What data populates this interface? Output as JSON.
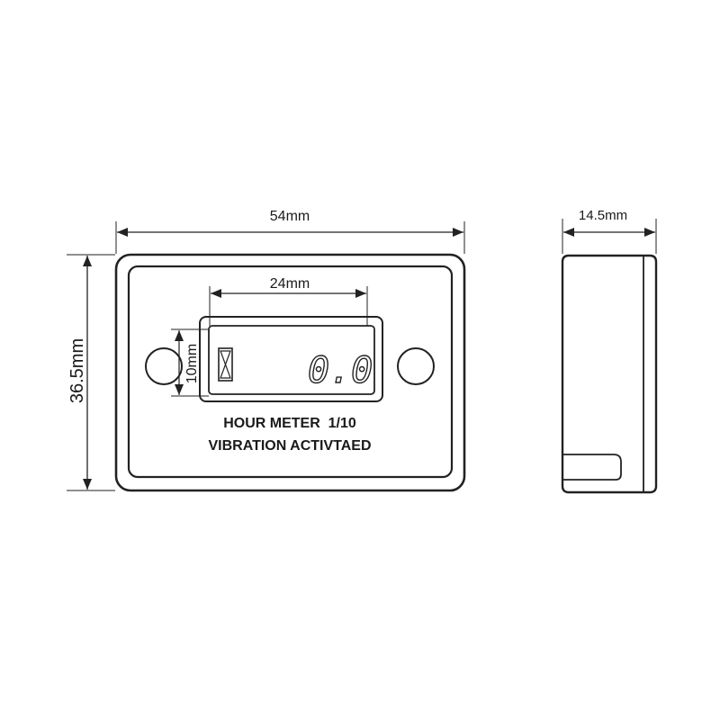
{
  "dimensions": {
    "width": "54mm",
    "height": "36.5mm",
    "display_width": "24mm",
    "display_height": "10mm",
    "depth": "14.5mm"
  },
  "device": {
    "display_reading": "0.0",
    "label_line1": "HOUR METER  1/10",
    "label_line2": "VIBRATION ACTIVTAED"
  }
}
